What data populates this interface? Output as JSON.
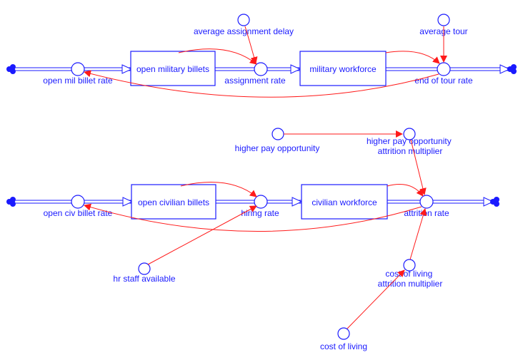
{
  "colors": {
    "structure": "#1a1aff",
    "causal_link": "#ff1a1a",
    "background": "#ffffff"
  },
  "military": {
    "stocks": {
      "open_billets": "open military billets",
      "workforce": "military workforce"
    },
    "flows": {
      "inflow": "open mil billet rate",
      "transfer": "assignment rate",
      "outflow": "end of tour rate"
    },
    "auxiliaries": {
      "delay": "average assignment delay",
      "tour": "average tour"
    }
  },
  "civilian": {
    "stocks": {
      "open_billets": "open civilian billets",
      "workforce": "civilian workforce"
    },
    "flows": {
      "inflow": "open civ billet rate",
      "transfer": "hiring rate",
      "outflow": "attrition rate"
    },
    "auxiliaries": {
      "higher_pay": "higher pay opportunity",
      "higher_pay_multiplier": [
        "higher pay opportunity",
        "attrition multiplier"
      ],
      "hr_staff": "hr staff available",
      "col_multiplier": [
        "cost of living",
        "attrition multiplier"
      ],
      "cost_of_living": "cost of living"
    }
  }
}
